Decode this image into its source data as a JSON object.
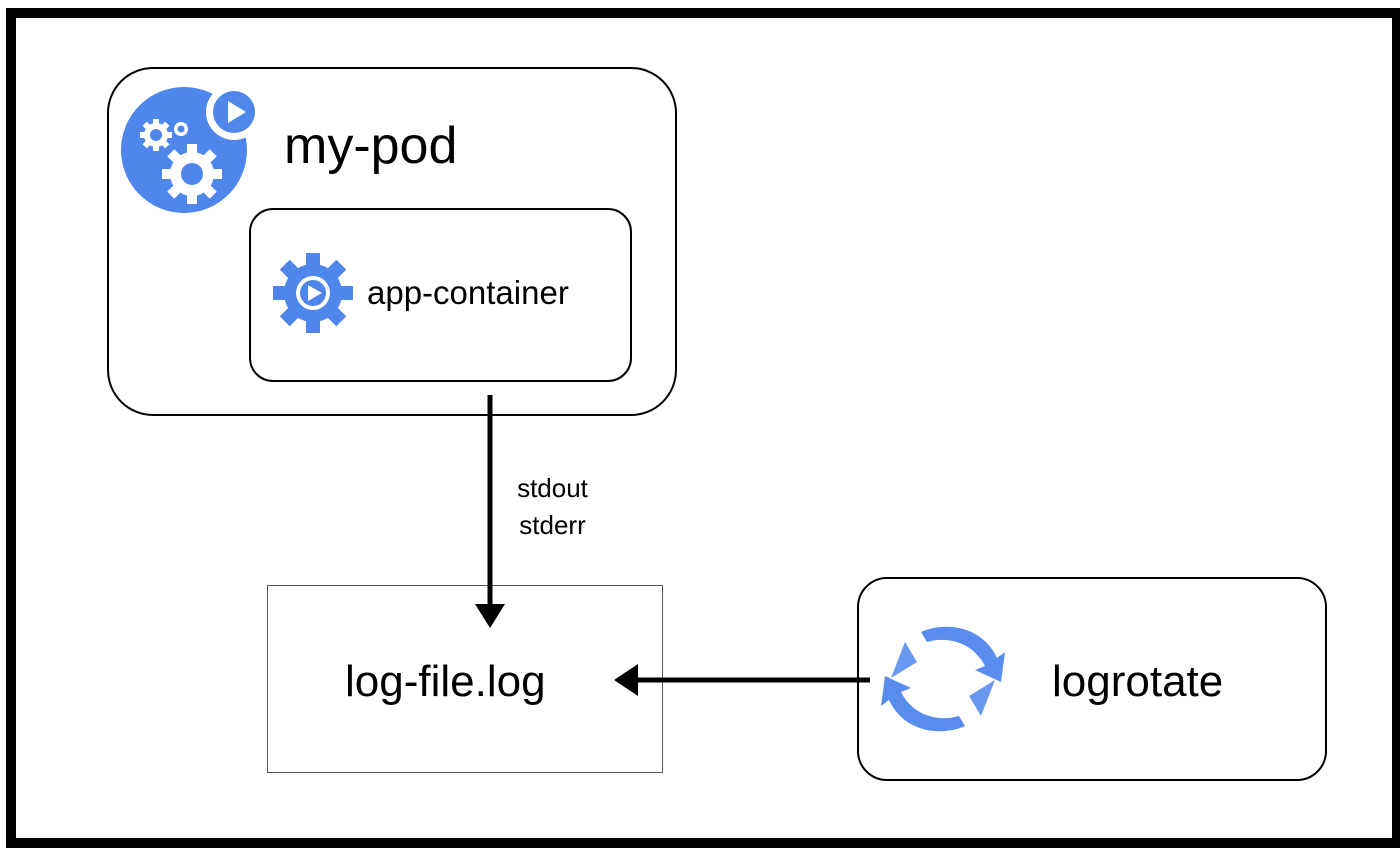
{
  "pod": {
    "title": "my-pod",
    "icon": "pod-gears-icon"
  },
  "container": {
    "label": "app-container",
    "icon": "container-gear-icon"
  },
  "stream": {
    "stdout": "stdout",
    "stderr": "stderr"
  },
  "log_file": {
    "label": "log-file.log"
  },
  "logrotate": {
    "label": "logrotate",
    "icon": "rotate-arrows-icon"
  },
  "colors": {
    "accent": "#4f86ec",
    "border": "#000000",
    "background": "#ffffff"
  }
}
